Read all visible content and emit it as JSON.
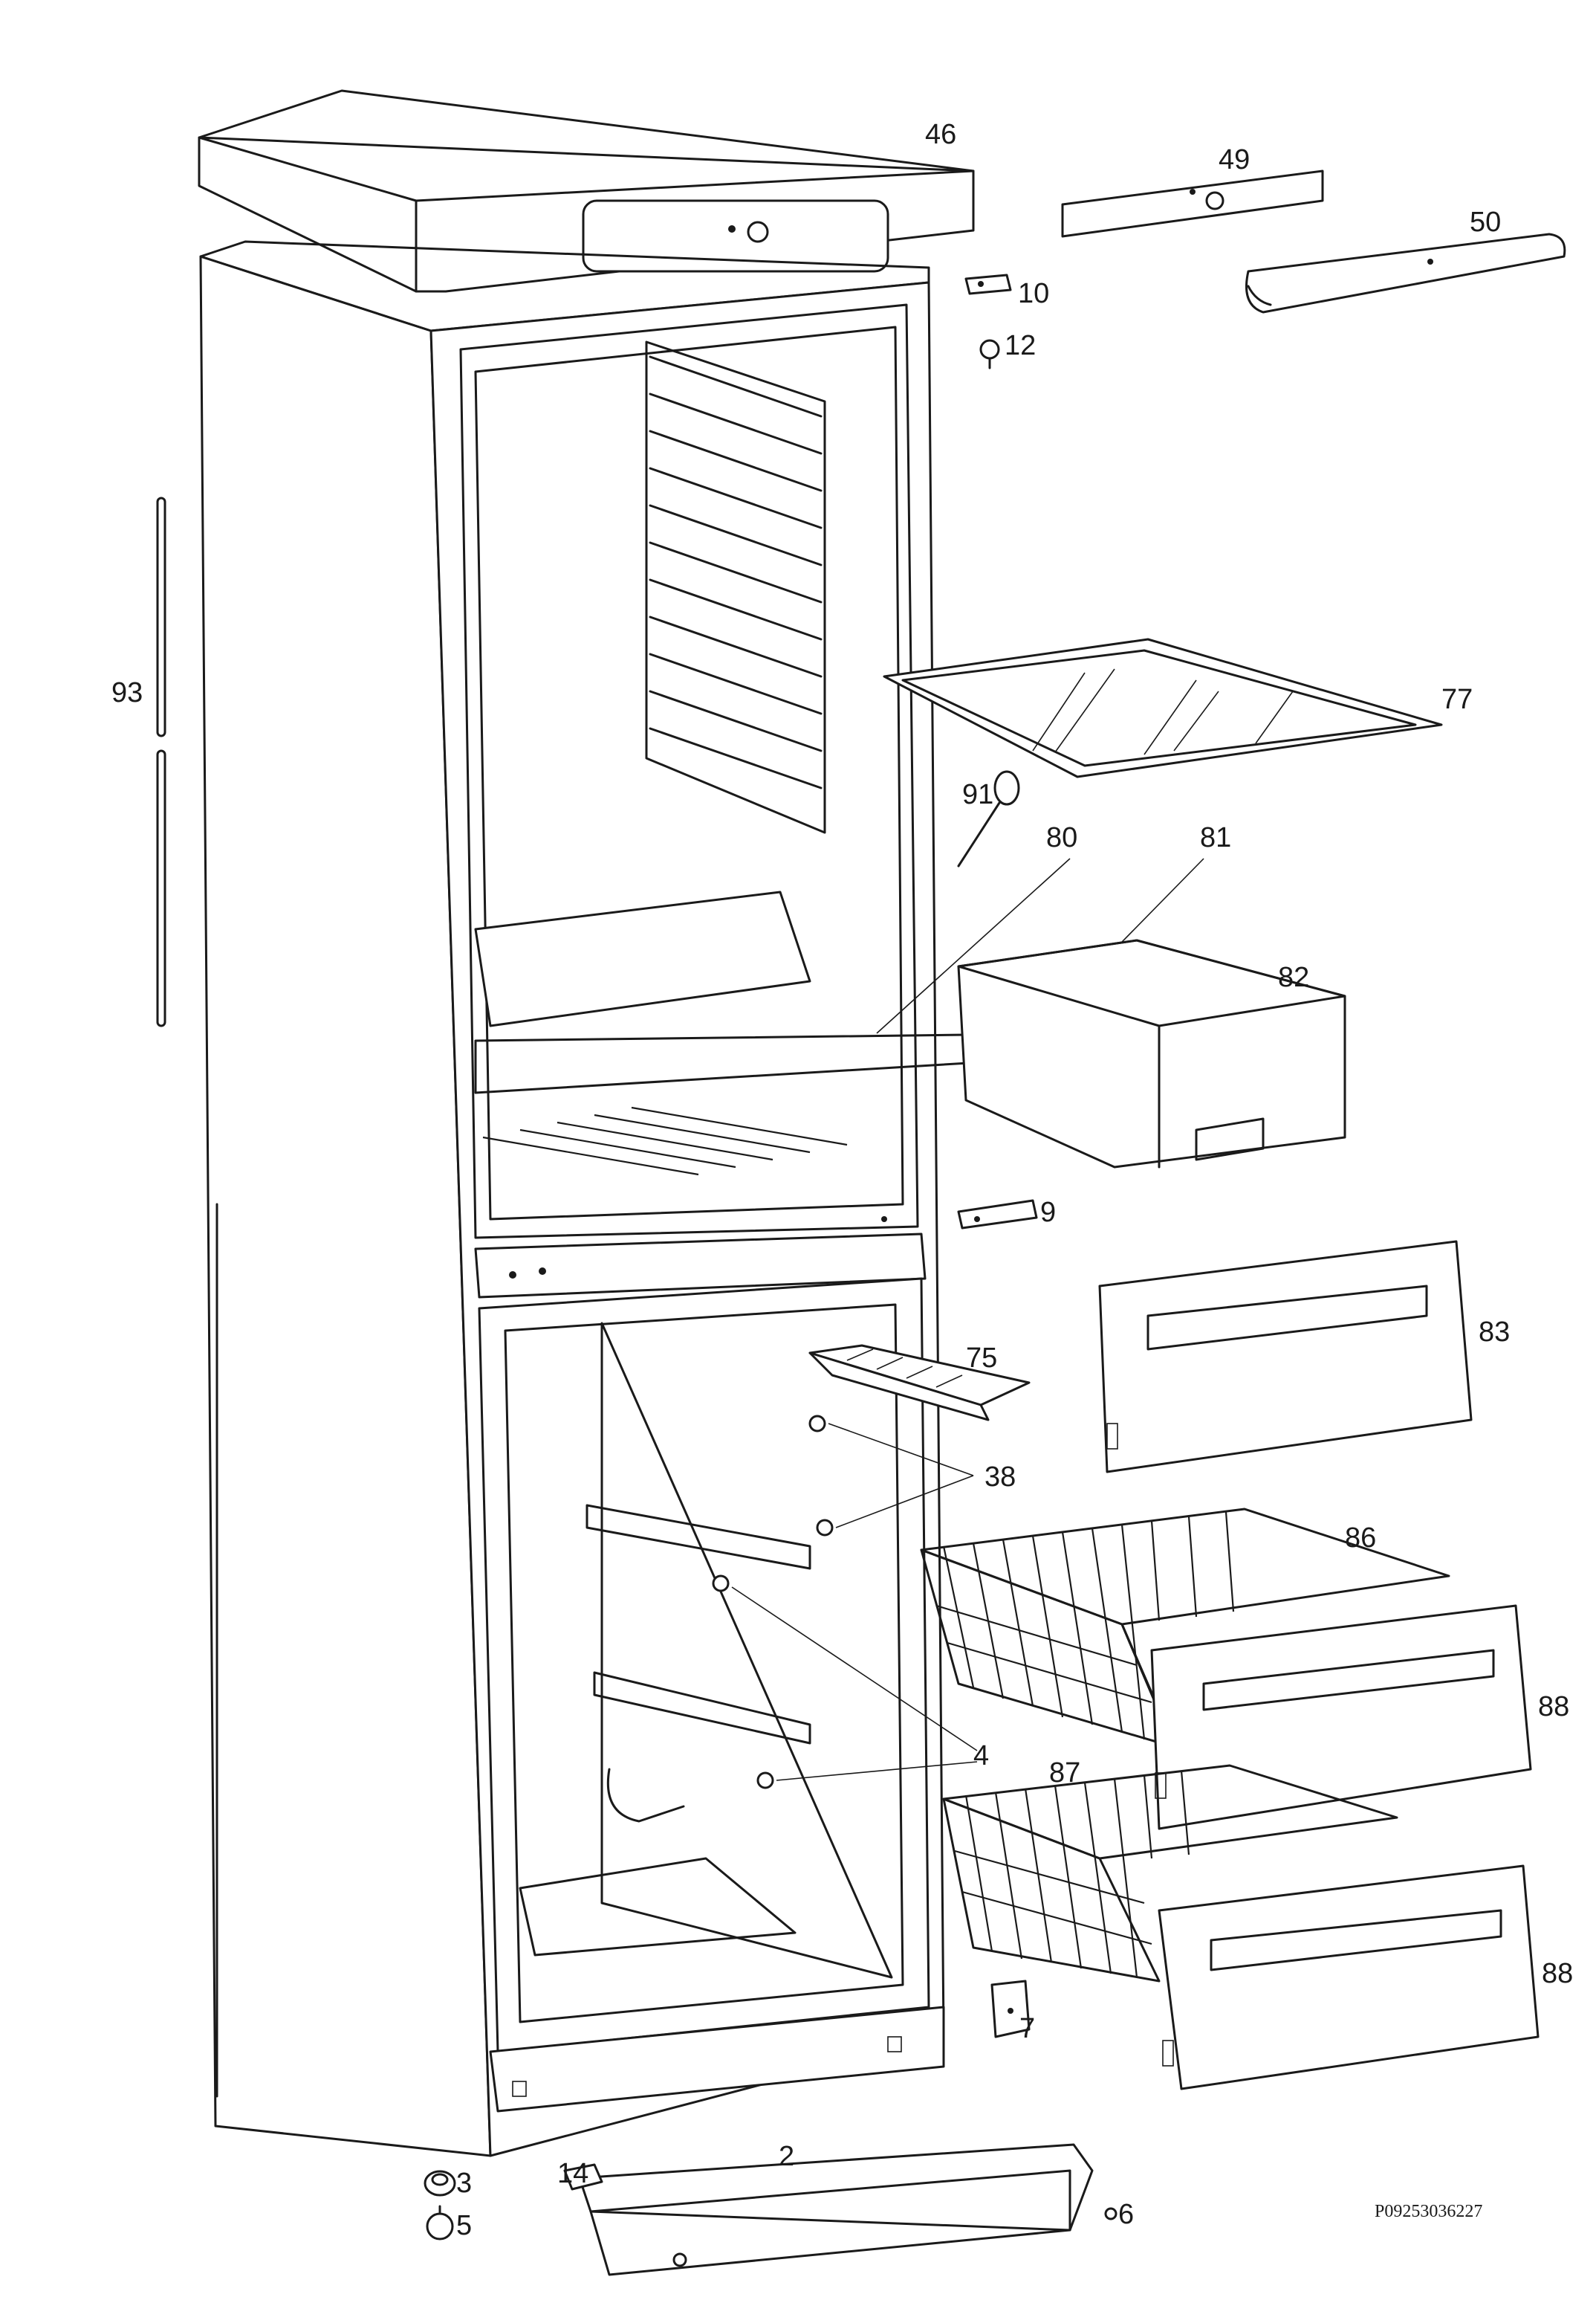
{
  "diagram": {
    "drawing_code": "P09253036227",
    "parts": [
      {
        "id": "p46",
        "label": "46"
      },
      {
        "id": "p49",
        "label": "49"
      },
      {
        "id": "p50",
        "label": "50"
      },
      {
        "id": "p10",
        "label": "10"
      },
      {
        "id": "p12",
        "label": "12"
      },
      {
        "id": "p93",
        "label": "93"
      },
      {
        "id": "p77",
        "label": "77"
      },
      {
        "id": "p91",
        "label": "91"
      },
      {
        "id": "p80",
        "label": "80"
      },
      {
        "id": "p81",
        "label": "81"
      },
      {
        "id": "p82",
        "label": "82"
      },
      {
        "id": "p9",
        "label": "9"
      },
      {
        "id": "p83",
        "label": "83"
      },
      {
        "id": "p75",
        "label": "75"
      },
      {
        "id": "p38",
        "label": "38"
      },
      {
        "id": "p86",
        "label": "86"
      },
      {
        "id": "p88a",
        "label": "88"
      },
      {
        "id": "p4",
        "label": "4"
      },
      {
        "id": "p87",
        "label": "87"
      },
      {
        "id": "p88b",
        "label": "88"
      },
      {
        "id": "p7",
        "label": "7"
      },
      {
        "id": "p3",
        "label": "3"
      },
      {
        "id": "p14",
        "label": "14"
      },
      {
        "id": "p2",
        "label": "2"
      },
      {
        "id": "p5",
        "label": "5"
      },
      {
        "id": "p6",
        "label": "6"
      }
    ]
  }
}
